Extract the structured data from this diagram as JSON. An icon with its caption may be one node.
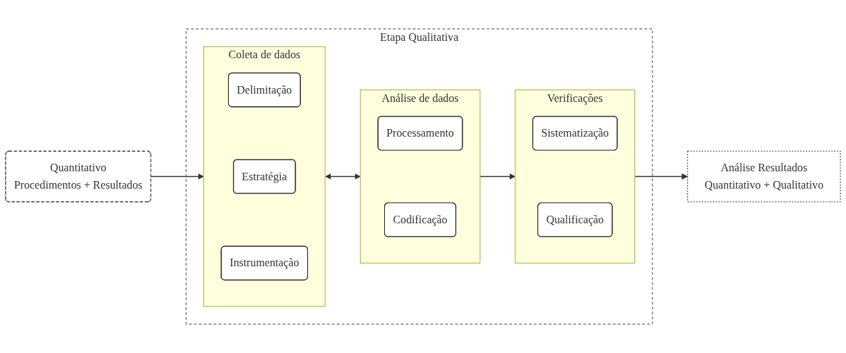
{
  "diagram": {
    "nodes": [
      {
        "text": [
          "Quantitativo",
          "Procedimentos + Resultados"
        ]
      },
      {
        "text": [
          "Etapa Qualitativa"
        ]
      },
      {
        "text": [
          "Coleta de dados"
        ],
        "in": 1
      },
      {
        "text": [
          "Delimitação"
        ],
        "in": 2
      },
      {
        "text": [
          "Estratégia"
        ],
        "in": 2
      },
      {
        "text": [
          "Instrumentação"
        ],
        "in": 2
      },
      {
        "text": [
          "Análise de dados"
        ],
        "in": 1
      },
      {
        "text": [
          "Processamento"
        ],
        "in": 6
      },
      {
        "text": [
          "Codificação"
        ],
        "in": 6
      },
      {
        "text": [
          "Verificações"
        ],
        "in": 1
      },
      {
        "text": [
          "Sistematização"
        ],
        "in": 9
      },
      {
        "text": [
          "Qualificação"
        ],
        "in": 9
      },
      {
        "text": [
          "Análise Resultados",
          "Quantitativo + Qualitativo"
        ]
      }
    ],
    "edges": [
      {
        "from": 0,
        "to": 2,
        "arrow": "to"
      },
      {
        "from": 2,
        "to": 6,
        "arrow": "both"
      },
      {
        "from": 6,
        "to": 9,
        "arrow": "to"
      },
      {
        "from": 9,
        "to": 12,
        "arrow": "to"
      }
    ]
  }
}
